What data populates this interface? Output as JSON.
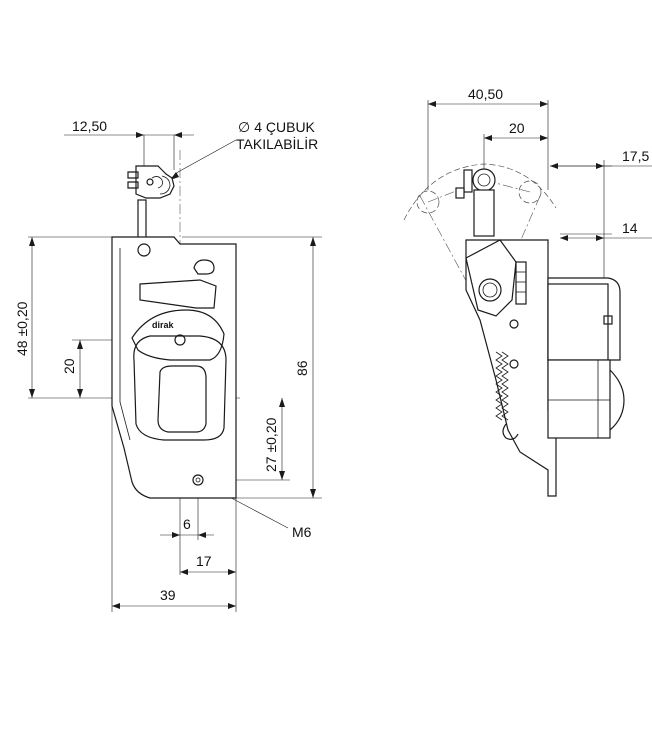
{
  "front_view": {
    "dim_top_offset": "12,50",
    "rod_note_symbol": "∅",
    "rod_note_line1": "4 ÇUBUK",
    "rod_note_line2": "TAKILABİLİR",
    "logo": "dirak",
    "dim_48": "48 ±0,20",
    "dim_20": "20",
    "dim_86": "86",
    "dim_27": "27 ±0,20",
    "dim_6": "6",
    "dim_17": "17",
    "dim_39": "39",
    "hole_label": "M6"
  },
  "side_view": {
    "dim_4050": "40,50",
    "dim_20": "20",
    "dim_175": "17,5",
    "dim_14": "14"
  }
}
